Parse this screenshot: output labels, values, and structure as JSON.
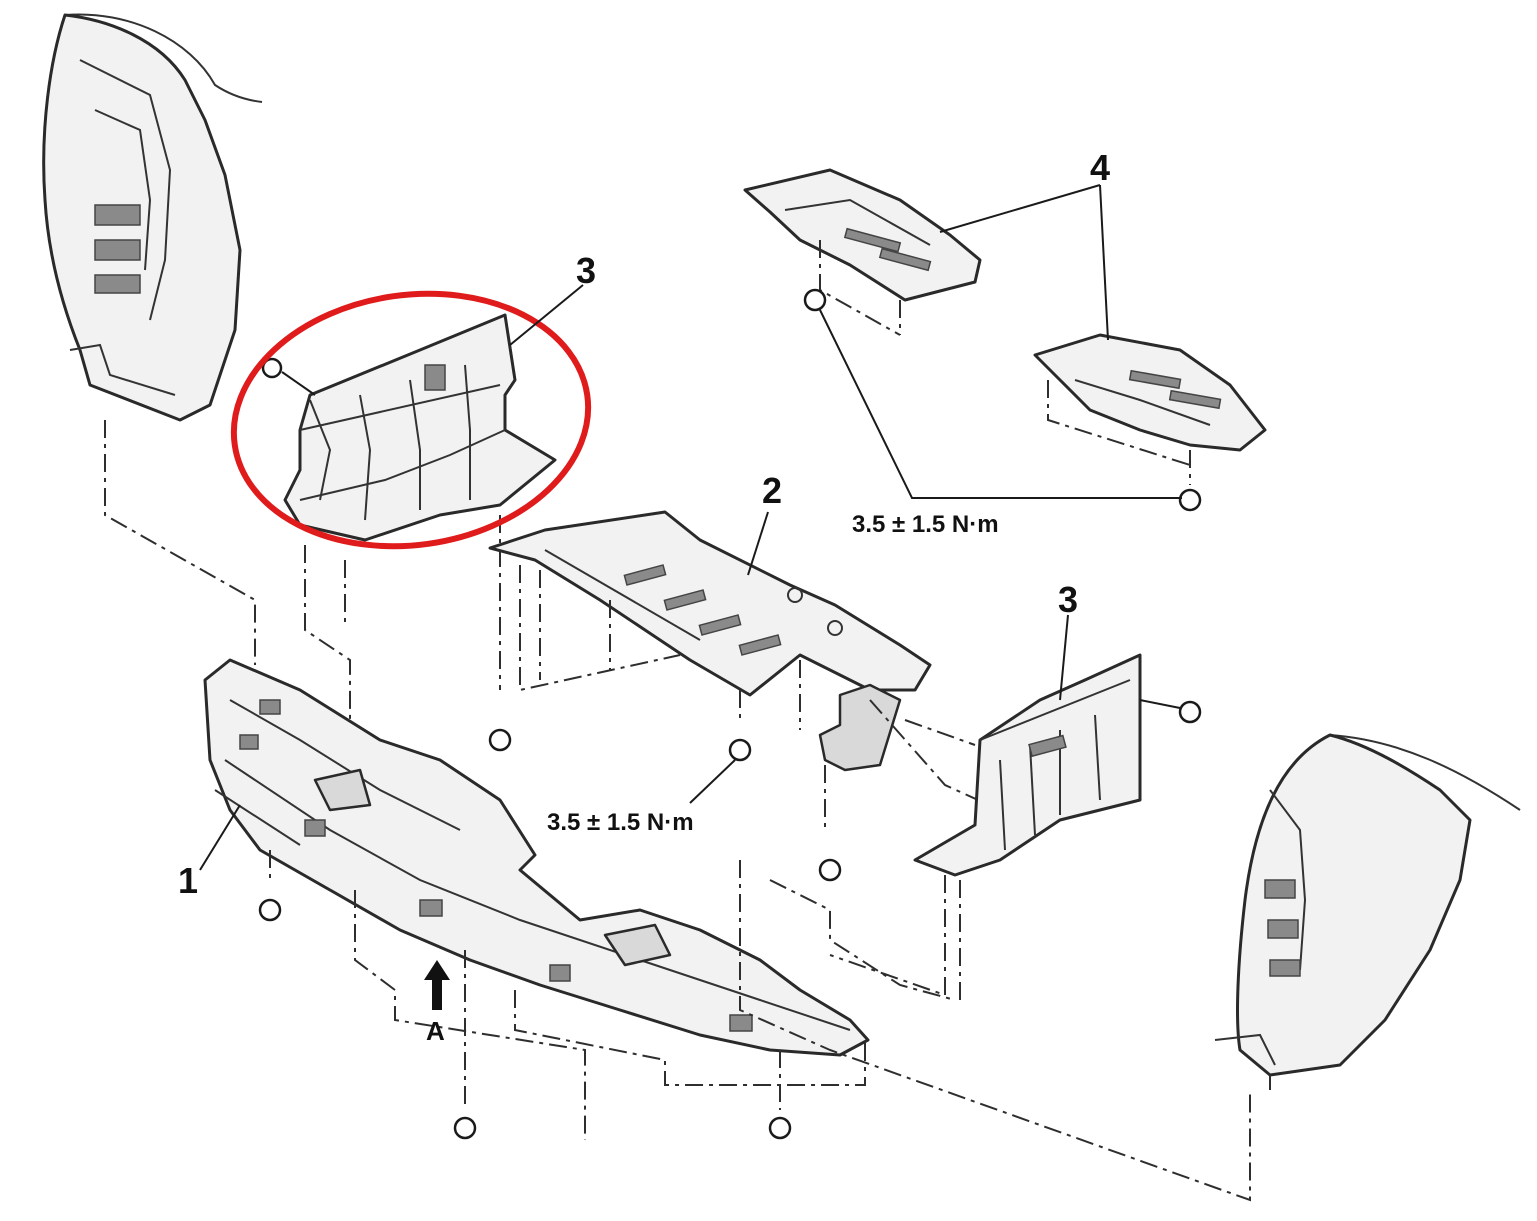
{
  "callouts": {
    "part1": "1",
    "part2": "2",
    "part3_left": "3",
    "part3_right": "3",
    "part4": "4",
    "view_arrow": "A"
  },
  "torque": {
    "center": "3.5 ± 1.5 N·m",
    "top_right": "3.5 ± 1.5 N·m"
  },
  "highlight": {
    "color": "#e01b1b"
  }
}
